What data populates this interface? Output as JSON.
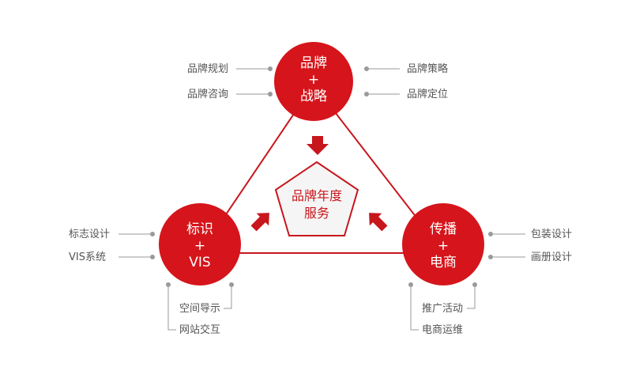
{
  "colors": {
    "accent": "#c8161d",
    "connector": "#9a9a9a",
    "label": "#555555"
  },
  "center": {
    "line1": "品牌年度",
    "line2": "服务"
  },
  "nodes": {
    "top": {
      "line1": "品牌",
      "line2": "+",
      "line3": "战略"
    },
    "left": {
      "line1": "标识",
      "line2": "+",
      "line3": "VIS"
    },
    "right": {
      "line1": "传播",
      "line2": "+",
      "line3": "电商"
    }
  },
  "labels": {
    "top_left": [
      "品牌规划",
      "品牌咨询"
    ],
    "top_right": [
      "品牌策略",
      "品牌定位"
    ],
    "left": [
      "标志设计",
      "VIS系统"
    ],
    "left_below": [
      "空间导示",
      "网站交互"
    ],
    "right": [
      "包装设计",
      "画册设计"
    ],
    "right_below": [
      "推广活动",
      "电商运维"
    ]
  }
}
